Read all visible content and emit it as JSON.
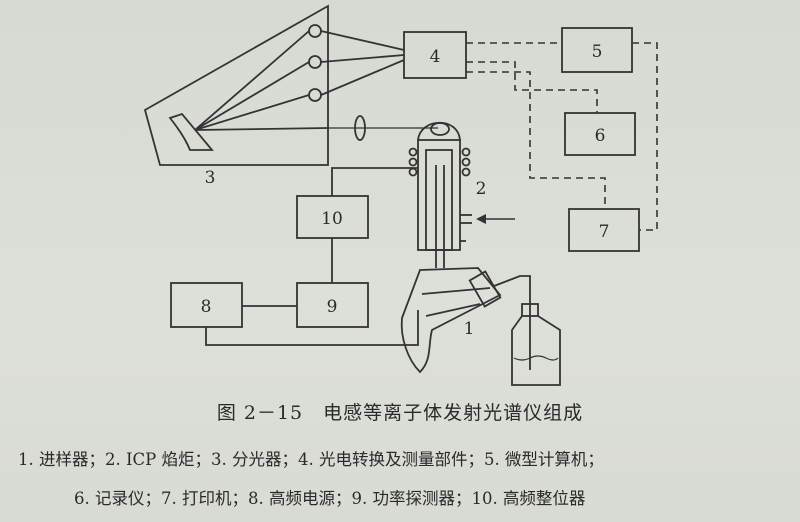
{
  "diagram": {
    "labels": {
      "n1": "1",
      "n2": "2",
      "n3": "3",
      "n4": "4",
      "n5": "5",
      "n6": "6",
      "n7": "7",
      "n8": "8",
      "n9": "9",
      "n10": "10"
    }
  },
  "caption": {
    "title": "图 2－15　电感等离子体发射光谱仪组成",
    "legend_line1": "1. 进样器；2. ICP 焰炬；3. 分光器；4. 光电转换及测量部件；5. 微型计算机；",
    "legend_line2": "6. 记录仪；7. 打印机；8. 高频电源；9. 功率探测器；10. 高频整位器"
  }
}
